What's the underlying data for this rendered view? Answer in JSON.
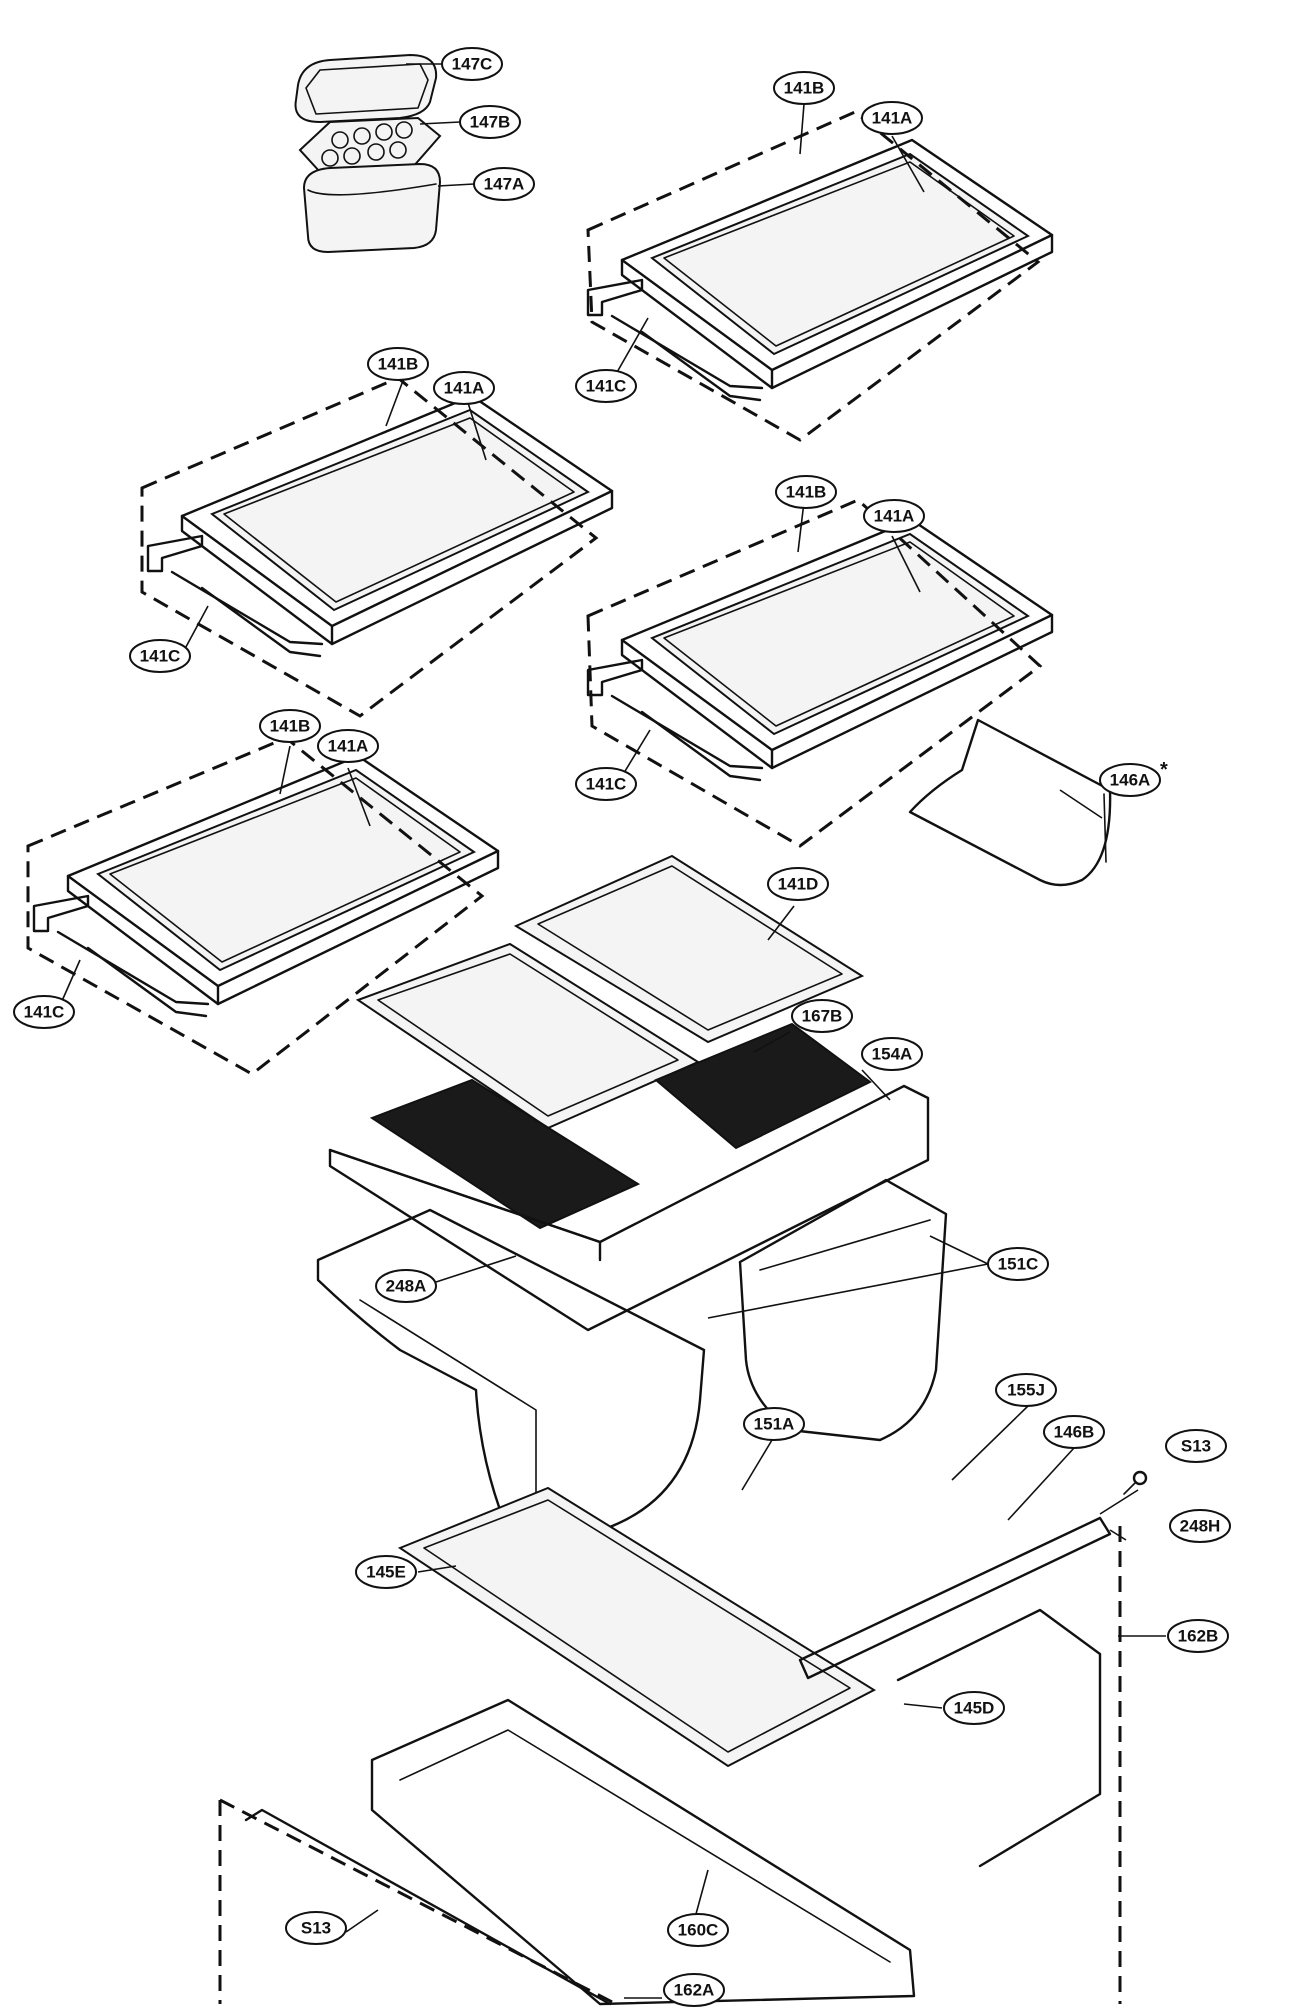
{
  "part_labels": {
    "p147C": "147C",
    "p147B": "147B",
    "p147A": "147A",
    "p141B": "141B",
    "p141A": "141A",
    "p141C": "141C",
    "p141D": "141D",
    "p146A": "146A",
    "p167B": "167B",
    "p154A": "154A",
    "p151C": "151C",
    "p248A": "248A",
    "p155J": "155J",
    "p146B": "146B",
    "pS13": "S13",
    "p248H": "248H",
    "p151A": "151A",
    "p145E": "145E",
    "p162B": "162B",
    "p145D": "145D",
    "p160C": "160C",
    "p162A": "162A"
  },
  "marks": {
    "asterisk": "*"
  }
}
